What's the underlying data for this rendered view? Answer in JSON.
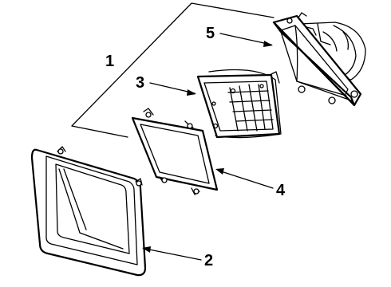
{
  "callouts": {
    "c1": "1",
    "c2": "2",
    "c3": "3",
    "c4": "4",
    "c5": "5"
  },
  "colors": {
    "ink": "#000000",
    "paper": "#ffffff"
  },
  "icons": [
    "headlamp-housing-icon",
    "sealed-beam-lamp-icon",
    "retaining-ring-icon",
    "headlamp-door-bezel-icon"
  ]
}
